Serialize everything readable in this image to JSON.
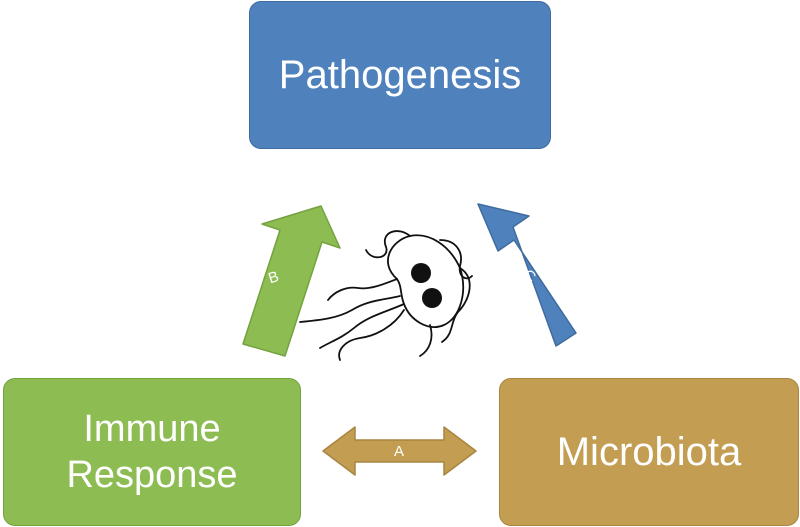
{
  "nodes": {
    "pathogenesis": "Pathogenesis",
    "immune_line1": "Immune",
    "immune_line2": "Response",
    "microbiota": "Microbiota"
  },
  "arrows": {
    "a_label": "A",
    "b_label": "B",
    "c_label": "C"
  },
  "colors": {
    "pathogenesis": "#4f81bd",
    "immune_response": "#8cbc52",
    "microbiota": "#c29d52"
  },
  "icon": "bacterium-icon"
}
